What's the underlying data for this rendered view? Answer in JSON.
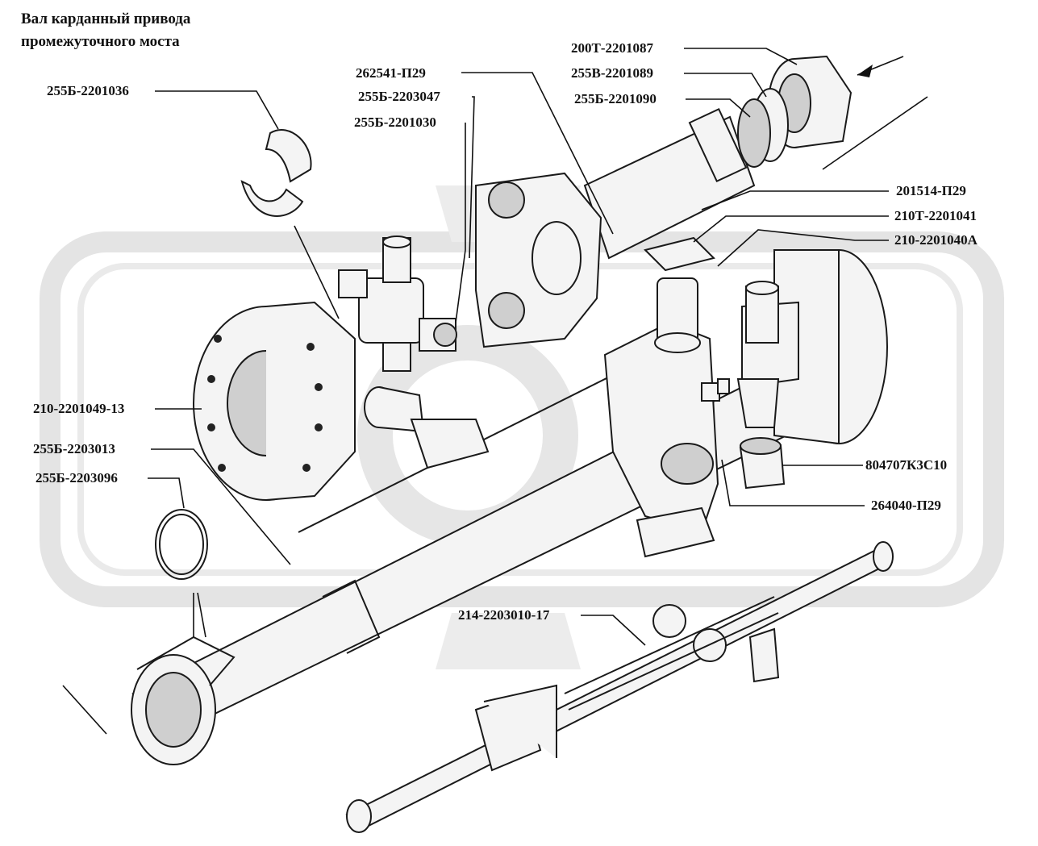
{
  "title": {
    "line1": "Вал карданный привода",
    "line2": "промежуточного моста"
  },
  "parts": [
    {
      "id": "p1",
      "code": "255Б-2201036"
    },
    {
      "id": "p2",
      "code": "262541-П29"
    },
    {
      "id": "p3",
      "code": "255Б-2203047"
    },
    {
      "id": "p4",
      "code": "255Б-2201030"
    },
    {
      "id": "p5",
      "code": "200Т-2201087"
    },
    {
      "id": "p6",
      "code": "255В-2201089"
    },
    {
      "id": "p7",
      "code": "255Б-2201090"
    },
    {
      "id": "p8",
      "code": "201514-П29"
    },
    {
      "id": "p9",
      "code": "210Т-2201041"
    },
    {
      "id": "p10",
      "code": "210-2201040А"
    },
    {
      "id": "p11",
      "code": "210-2201049-13"
    },
    {
      "id": "p12",
      "code": "255Б-2203013"
    },
    {
      "id": "p13",
      "code": "255Б-2203096"
    },
    {
      "id": "p14",
      "code": "804707К3С10"
    },
    {
      "id": "p15",
      "code": "264040-П29"
    },
    {
      "id": "p16",
      "code": "214-2203010-17"
    }
  ],
  "watermark": {
    "color": "#e2e2e2"
  }
}
